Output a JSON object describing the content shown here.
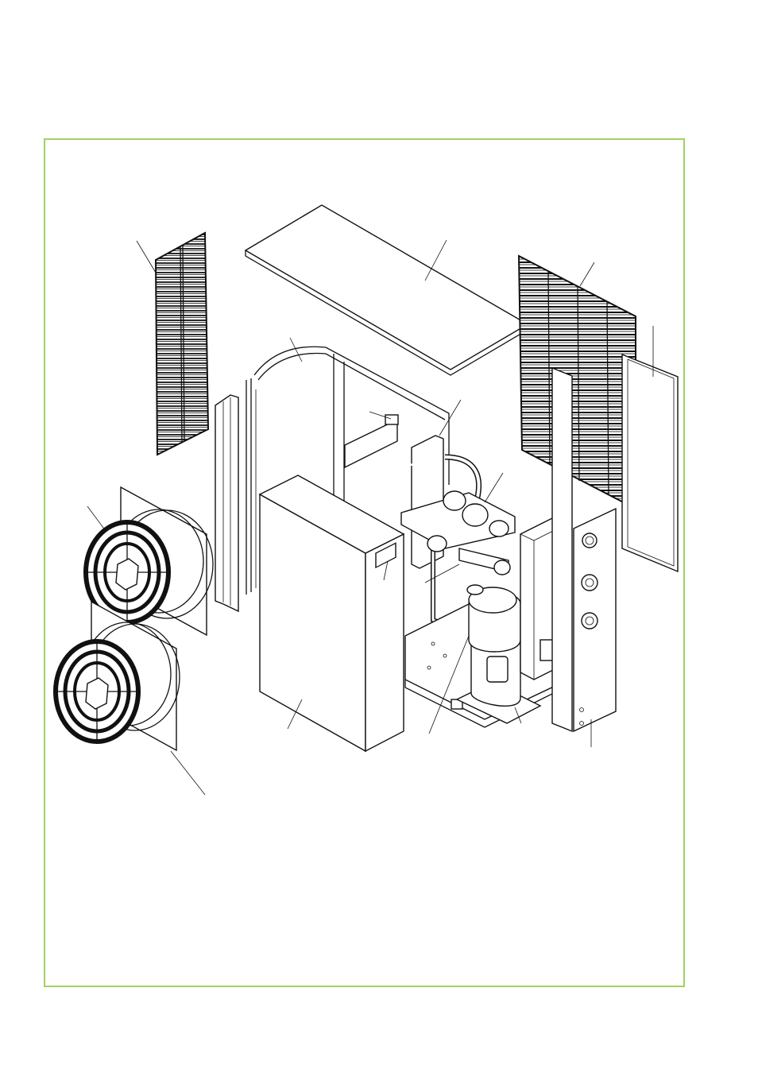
{
  "diagram": {
    "frame_color": "#a3d063",
    "line_color": "#111111",
    "background": "#ffffff",
    "components": [
      {
        "id": "grille-left",
        "label": ""
      },
      {
        "id": "top-cover",
        "label": ""
      },
      {
        "id": "grille-right",
        "label": ""
      },
      {
        "id": "rear-panel",
        "label": ""
      },
      {
        "id": "frame-channel",
        "label": ""
      },
      {
        "id": "fan-upper",
        "label": ""
      },
      {
        "id": "fan-lower",
        "label": ""
      },
      {
        "id": "side-strip",
        "label": ""
      },
      {
        "id": "front-panel",
        "label": ""
      },
      {
        "id": "heat-exchanger",
        "label": ""
      },
      {
        "id": "pump",
        "label": ""
      },
      {
        "id": "control-box",
        "label": ""
      },
      {
        "id": "compressor",
        "label": ""
      },
      {
        "id": "terminal-panel",
        "label": ""
      },
      {
        "id": "base-tray",
        "label": ""
      }
    ]
  }
}
